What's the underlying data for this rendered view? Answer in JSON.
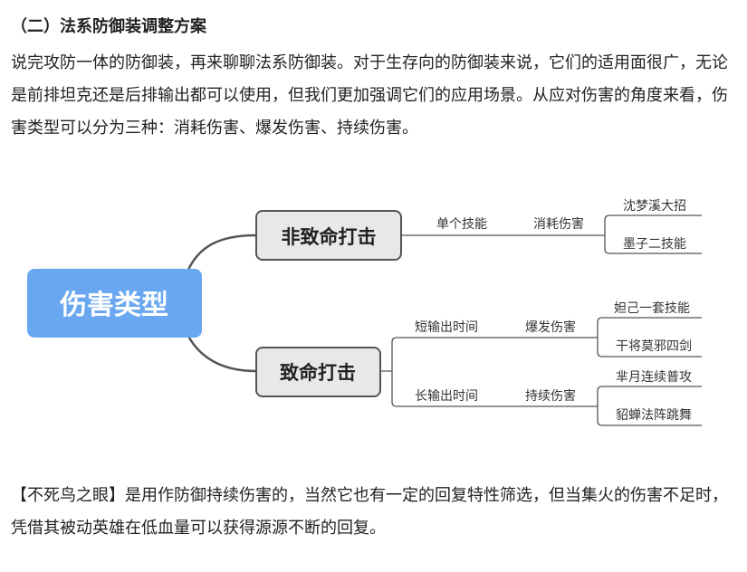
{
  "heading": "（二）法系防御装调整方案",
  "paragraph1": "说完攻防一体的防御装，再来聊聊法系防御装。对于生存向的防御装来说，它们的适用面很广，无论是前排坦克还是后排输出都可以使用，但我们更加强调它们的应用场景。从应对伤害的角度来看，伤害类型可以分为三种：消耗伤害、爆发伤害、持续伤害。",
  "mindmap": {
    "root": "伤害类型",
    "branches": [
      {
        "label": "非致命打击",
        "subs": [
          {
            "condition": "单个技能",
            "type": "消耗伤害",
            "examples": [
              "沈梦溪大招",
              "墨子二技能"
            ]
          }
        ]
      },
      {
        "label": "致命打击",
        "subs": [
          {
            "condition": "短输出时间",
            "type": "爆发伤害",
            "examples": [
              "妲己一套技能",
              "干将莫邪四剑"
            ]
          },
          {
            "condition": "长输出时间",
            "type": "持续伤害",
            "examples": [
              "芈月连续普攻",
              "貂蝉法阵跳舞"
            ]
          }
        ]
      }
    ],
    "colors": {
      "root_fill": "#69a8f0",
      "branch_fill": "#e8e8e8",
      "line": "#555555",
      "text": "#333333"
    }
  },
  "paragraph2": "【不死鸟之眼】是用作防御持续伤害的，当然它也有一定的回复特性筛选，但当集火的伤害不足时，凭借其被动英雄在低血量可以获得源源不断的回复。"
}
